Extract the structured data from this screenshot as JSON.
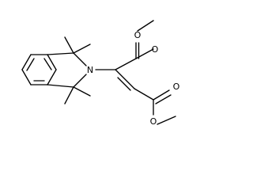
{
  "diagram": {
    "type": "chemical-structure",
    "atoms": {
      "ring_nitrogen": "N",
      "top_carbonyl_oxygen": "O",
      "top_ester_oxygen": "O",
      "bottom_carbonyl_oxygen": "O",
      "bottom_ester_oxygen": "O"
    },
    "colors": {
      "ink": "#000000",
      "background": "#ffffff"
    }
  }
}
